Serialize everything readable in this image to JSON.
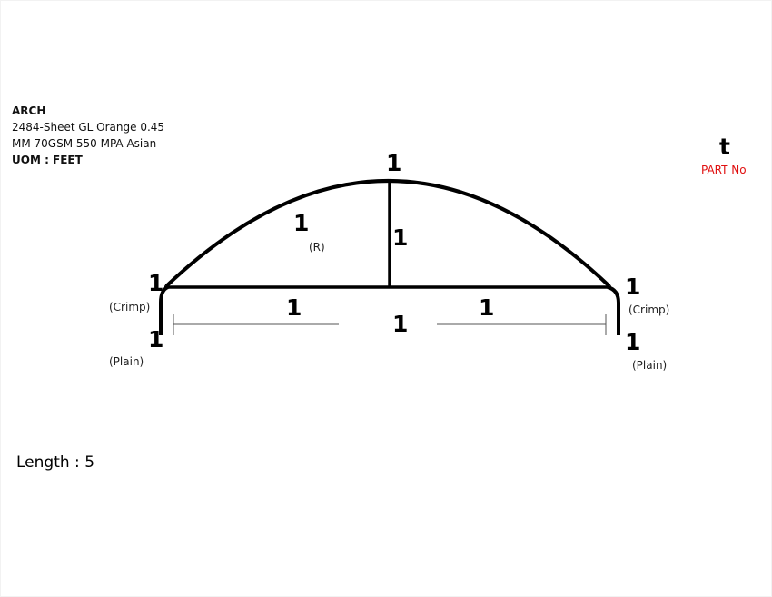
{
  "info": {
    "title": "ARCH",
    "line1": "2484-Sheet GL Orange 0.45",
    "line2": "MM 70GSM 550 MPA Asian",
    "uom": "UOM : FEET"
  },
  "part": {
    "value": "t",
    "label": "PART No"
  },
  "dimensions": {
    "height_top": "1",
    "radius": "1",
    "radius_label": "(R)",
    "rise": "1",
    "left_crimp": "1",
    "left_crimp_label": "(Crimp)",
    "left_plain": "1",
    "left_plain_label": "(Plain)",
    "right_crimp": "1",
    "right_crimp_label": "(Crimp)",
    "right_plain": "1",
    "right_plain_label": "(Plain)",
    "half_left": "1",
    "half_right": "1",
    "span": "1"
  },
  "length": {
    "label": "Length :",
    "value": "5"
  }
}
